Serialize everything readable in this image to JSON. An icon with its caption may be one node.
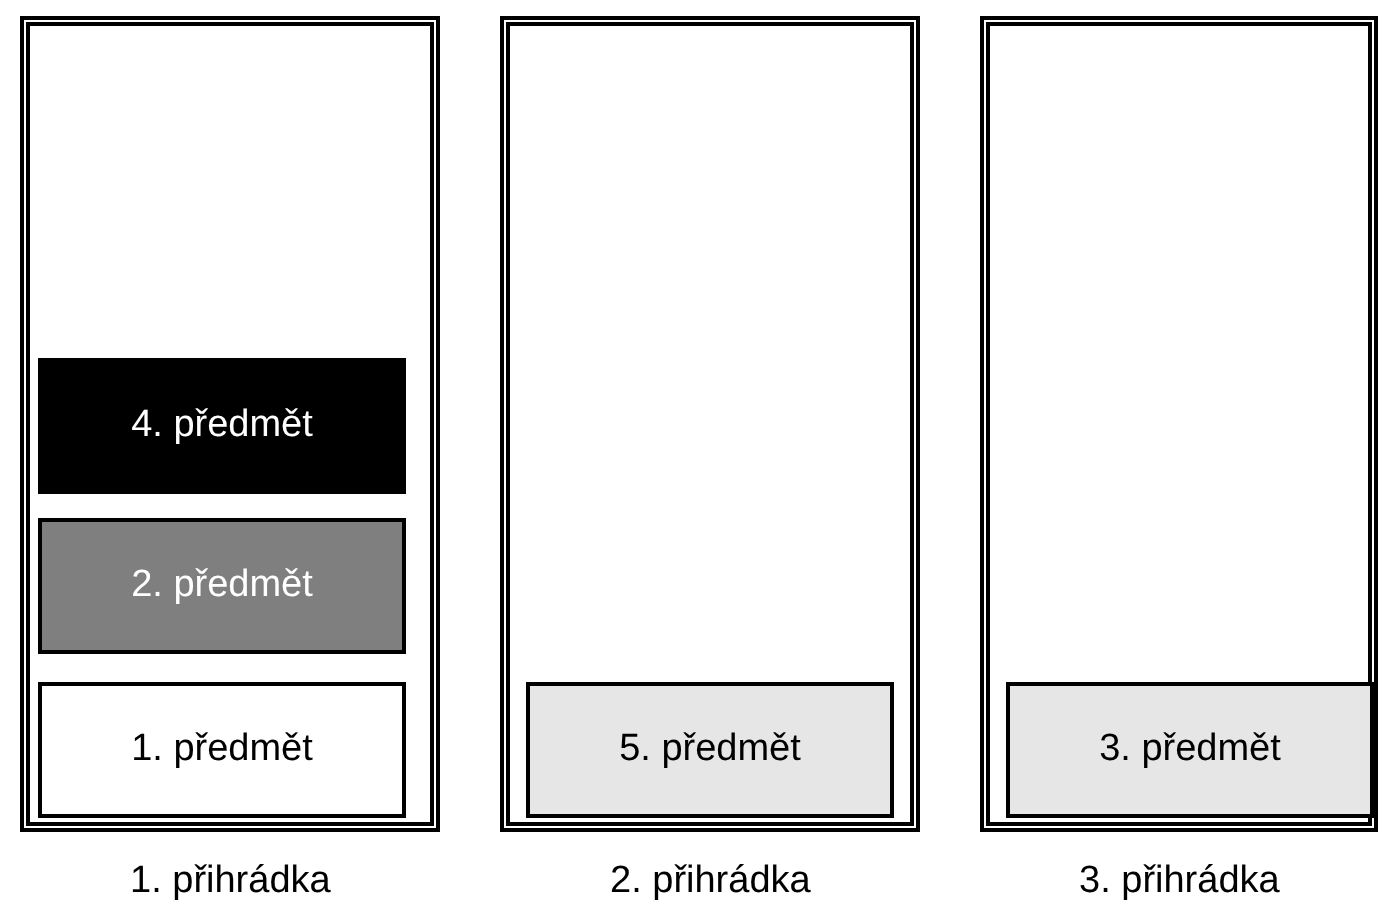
{
  "diagram": {
    "nodes": [
      {
        "text": [
          "1. přihrádka"
        ]
      },
      {
        "text": [
          "4. předmět"
        ],
        "in": 0
      },
      {
        "text": [
          "2. předmět"
        ],
        "in": 0
      },
      {
        "text": [
          "1. předmět"
        ],
        "in": 0
      },
      {
        "text": [
          "2. přihrádka"
        ]
      },
      {
        "text": [
          "5. předmět"
        ],
        "in": 4
      },
      {
        "text": [
          "3. přihrádka"
        ]
      },
      {
        "text": [
          "3. předmět"
        ],
        "in": 6
      }
    ]
  }
}
